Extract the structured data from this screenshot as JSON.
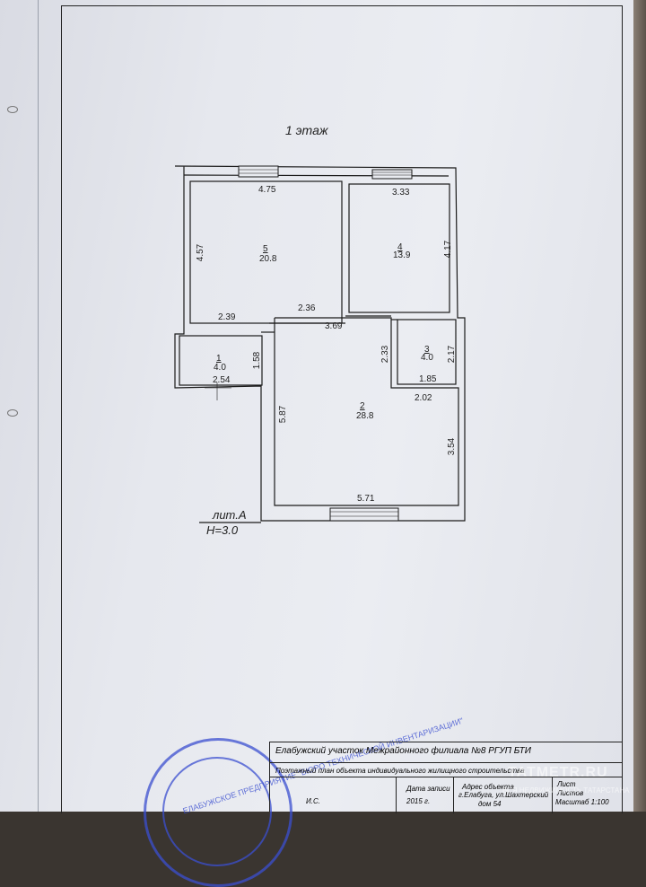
{
  "plan": {
    "floor_title": "1 этаж",
    "lit_label": "лит.А",
    "height_label": "Н=3.0",
    "rooms": [
      {
        "no": "5",
        "area": "20.8"
      },
      {
        "no": "4",
        "area": "13.9"
      },
      {
        "no": "1",
        "area": "4.0"
      },
      {
        "no": "2",
        "area": "28.8"
      },
      {
        "no": "3",
        "area": "4.0"
      }
    ],
    "dims": {
      "r5_top": "4.75",
      "r5_left": "4.57",
      "r5_bottom": "2.39",
      "r5_step": "2.36",
      "r4_top": "3.33",
      "r4_right": "4.17",
      "r1_right": "1.58",
      "r1_bottom": "2.54",
      "r2_top": "3.69",
      "r2_left": "5.87",
      "r2_right": "3.54",
      "r2_bottom": "5.71",
      "r3_left": "2.33",
      "r3_right": "2.17",
      "r3_bottom": "1.85",
      "r3_below": "2.02"
    }
  },
  "title_block": {
    "org": "Елабужский участок Межрайонного филиала №8 РГУП БТИ",
    "doc": "Поэтажный план объекта индивидуального жилищного строительства",
    "date_label": "Дата записи",
    "address_label": "Адрес объекта",
    "address_value": "г.Елабуга, ул.Шахтерский",
    "house": "дом 54",
    "sheet_label": "Лист",
    "sheets_label": "Листов",
    "scale_label": "Масштаб 1:100",
    "date_value": "2015 г.",
    "executor": "И.С."
  },
  "stamp": {
    "text": "ЕЛАБУЖСКОЕ ПРЕДПРИЯТИЕ \"БЮРО ТЕХНИЧЕСКОЙ ИНВЕНТАРИЗАЦИИ\""
  },
  "watermark": {
    "brand": "TATMETR.RU",
    "sub": "ВСЯ НЕДВИЖИМОСТЬ ТАТАРСТАНА"
  }
}
